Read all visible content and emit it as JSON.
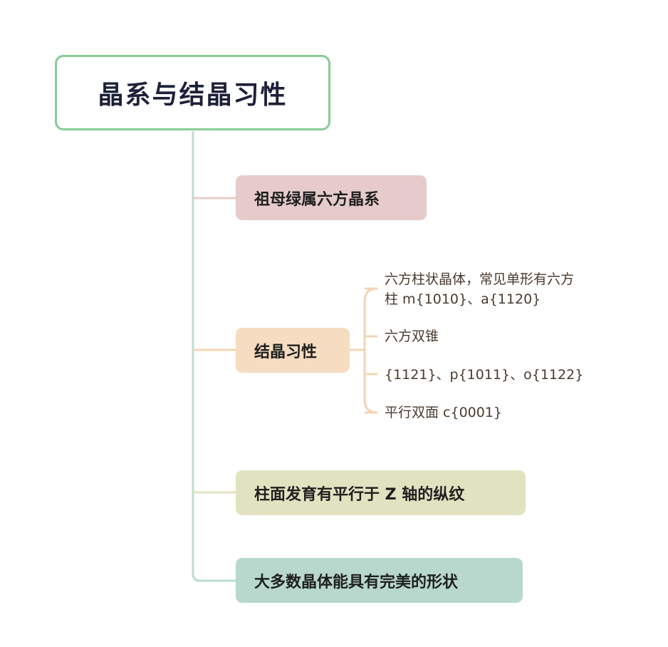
{
  "diagram": {
    "root": {
      "label": "晶系与结晶习性"
    },
    "branches": [
      {
        "label": "祖母绿属六方晶系",
        "color": "#e6cbca"
      },
      {
        "label": "结晶习性",
        "color": "#f6dcc0",
        "children": [
          {
            "line1": "六方柱状晶体，常见单形有六方",
            "line2": "柱 m{1010}、a{1120}"
          },
          {
            "line1": "六方双锥"
          },
          {
            "line1": "{1121}、p{1011}、o{1122}"
          },
          {
            "line1": "平行双面 c{0001}"
          }
        ]
      },
      {
        "label": "柱面发育有平行于 Z 轴的纵纹",
        "color": "#e1e2c0"
      },
      {
        "label": "大多数晶体能具有完美的形状",
        "color": "#b8d8cd"
      }
    ],
    "colors": {
      "root_border": "#86cc96",
      "trunk_line": "#bcdccf",
      "leaf_line": "#f3d5b3"
    }
  }
}
